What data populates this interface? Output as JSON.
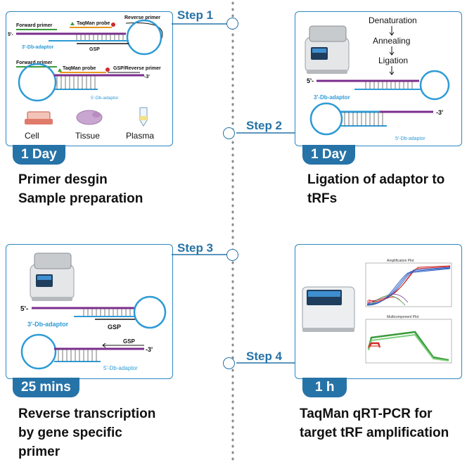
{
  "steps": [
    {
      "label": "Step 1",
      "duration": "1 Day",
      "caption": [
        "Primer desgin",
        "Sample preparation"
      ]
    },
    {
      "label": "Step 2",
      "duration": "1 Day",
      "caption": [
        "Ligation of adaptor to",
        "tRFs"
      ]
    },
    {
      "label": "Step 3",
      "duration": "25 mins",
      "caption": [
        "Reverse transcription",
        "by gene specific",
        "primer"
      ]
    },
    {
      "label": "Step 4",
      "duration": "1 h",
      "caption": [
        "TaqMan qRT-PCR for",
        "target tRF amplification"
      ]
    }
  ],
  "panel1": {
    "forward_primer": "Forward primer",
    "taqman_probe": "TaqMan probe",
    "reverse_primer": "Reverse primer",
    "five_prime": "5'-",
    "three_db_adaptor": "3'-Db-adaptor",
    "gsp": "GSP",
    "forward_primer_2": "Forward primer",
    "taqman_probe_2": "TaqMan probe",
    "gsp_reverse_primer": "GSP/Reverse primer",
    "three_prime": "-3'",
    "five_db_adaptor": "5'-Db-adaptor",
    "samples": [
      "Cell",
      "Tissue",
      "Plasma"
    ]
  },
  "panel2": {
    "stages": [
      "Denaturation",
      "Annealing",
      "Ligation"
    ],
    "five_prime": "5'-",
    "three_db_adaptor": "3'-Db-adaptor",
    "three_prime": "-3'",
    "five_db_adaptor": "5'-Db-adaptor"
  },
  "panel3": {
    "five_prime": "5'-",
    "three_db_adaptor": "3'-Db-adaptor",
    "gsp": "GSP",
    "gsp_2": "GSP",
    "three_prime": "-3'",
    "five_db_adaptor": "5'-Db-adaptor"
  },
  "panel4": {
    "amplification_plot_title": "Amplification Plot",
    "multicomponent_plot_title": "Multicomponent Plot"
  },
  "colors": {
    "accent_blue": "#2673a8",
    "strand_purple": "#7b2d8e",
    "adaptor_blue": "#2e9bd6",
    "probe_green": "#3a9b3a",
    "probe_red": "#d12a2a",
    "primer_orange": "#e8961e"
  }
}
